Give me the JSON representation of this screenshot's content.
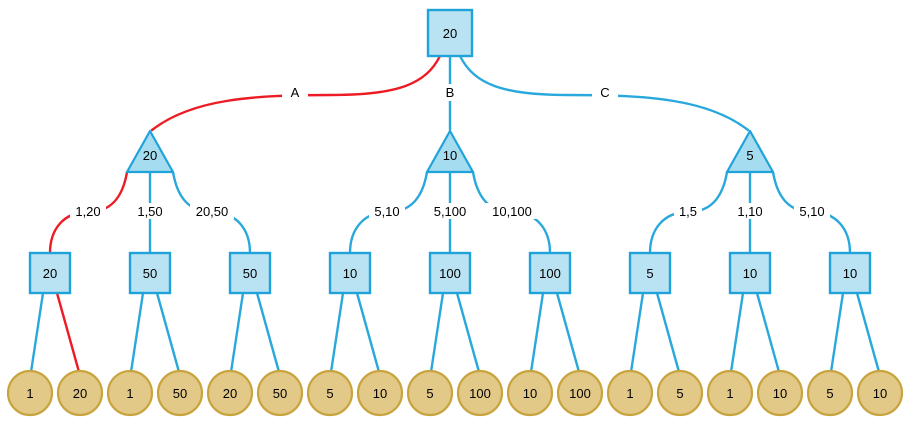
{
  "colors": {
    "edge_blue": "#29a8dc",
    "edge_red": "#ed1c24",
    "square_fill": "#b9e2f2",
    "triangle_fill": "#a6dcf0",
    "node_border": "#1fa3da",
    "leaf_fill": "#e3c987",
    "leaf_border": "#c8a43e"
  },
  "tree": {
    "root": "20",
    "branches": [
      {
        "label": "A",
        "triangle": "20",
        "children": [
          {
            "edge": "1,20",
            "square": "20",
            "leaves": [
              "1",
              "20"
            ]
          },
          {
            "edge": "1,50",
            "square": "50",
            "leaves": [
              "1",
              "50"
            ]
          },
          {
            "edge": "20,50",
            "square": "50",
            "leaves": [
              "20",
              "50"
            ]
          }
        ]
      },
      {
        "label": "B",
        "triangle": "10",
        "children": [
          {
            "edge": "5,10",
            "square": "10",
            "leaves": [
              "5",
              "10"
            ]
          },
          {
            "edge": "5,100",
            "square": "100",
            "leaves": [
              "5",
              "100"
            ]
          },
          {
            "edge": "10,100",
            "square": "100",
            "leaves": [
              "10",
              "100"
            ]
          }
        ]
      },
      {
        "label": "C",
        "triangle": "5",
        "children": [
          {
            "edge": "1,5",
            "square": "5",
            "leaves": [
              "1",
              "5"
            ]
          },
          {
            "edge": "1,10",
            "square": "10",
            "leaves": [
              "1",
              "10"
            ]
          },
          {
            "edge": "5,10",
            "square": "10",
            "leaves": [
              "5",
              "10"
            ]
          }
        ]
      }
    ],
    "highlighted_path": {
      "color": "#ed1c24",
      "branch": "A",
      "edge": "1,20",
      "square": "20",
      "leaf": "20"
    }
  }
}
